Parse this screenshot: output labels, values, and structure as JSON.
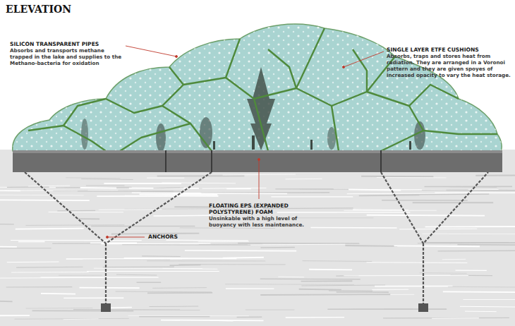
{
  "diagram": {
    "title": "ELEVATION",
    "labels": [
      "SILICON TRANSPARENT PIPES",
      "Absorbs and transports methane trapped in the lake and supplies to the Methano-bacteria for oxidation",
      "SINGLE LAYER ETFE CUSHIONS",
      "Absorbs, traps and stores heat from radiation. They are arranged in a Voronoi pattern and they are given spoyes of increased opacity to vary the heat storage.",
      "FLOATING EPS (EXPANDED POLYSTYRENE) FOAM",
      "Unsinkable with a high level of buoyancy with less maintenance.",
      "ANCHORS"
    ]
  }
}
